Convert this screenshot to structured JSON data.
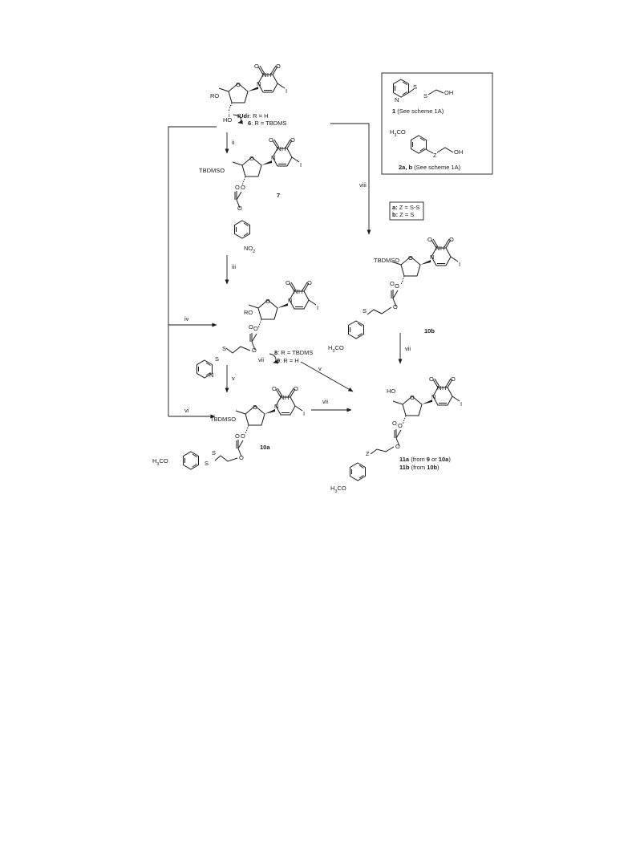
{
  "title": "",
  "steps": {
    "i": "i",
    "ii": "ii",
    "iii": "iii",
    "iv": "iv",
    "v1": "v",
    "v2": "v",
    "vi": "vi",
    "vii1": "vii",
    "vii2": "vii",
    "vii3": "vii",
    "viii": "viii"
  },
  "atoms": {
    "RO": "RO",
    "HO": "HO",
    "O": "O",
    "N": "N",
    "I": "I",
    "H": "H",
    "TBDMSO": "TBDMSO",
    "NO2": "NO",
    "NO2_sub": "2",
    "S": "S",
    "Z": "Z",
    "H3CO": "H",
    "H3CO_sub": "3",
    "H3CO_rest": "CO",
    "OH": "OH"
  },
  "compounds": {
    "iudr": {
      "name": "IUdr",
      "rest": ": R = H"
    },
    "c6": {
      "name": "6",
      "rest": ": R = TBDMS"
    },
    "c7": {
      "name": "7"
    },
    "c8": {
      "name": "8",
      "rest": ": R = TBDMS"
    },
    "c9": {
      "name": "9",
      "rest": ": R = H"
    },
    "c10a": {
      "name": "10a"
    },
    "c10b": {
      "name": "10b"
    },
    "c11a": {
      "name": "11a",
      "rest1": " (from ",
      "ref1": "9",
      "mid": " or ",
      "ref2": "10a",
      "end": ")"
    },
    "c11b": {
      "name": "11b",
      "rest1": " (from ",
      "ref1": "10b",
      "end": ")"
    }
  },
  "inset": {
    "c1_name": "1",
    "c1_note": " (See scheme 1A)",
    "c2_name": "2a, b",
    "c2_note": " (See scheme 1A)",
    "a_name": "a:",
    "a_def": " Z = S-S",
    "b_name": "b:",
    "b_def": " Z = S"
  }
}
